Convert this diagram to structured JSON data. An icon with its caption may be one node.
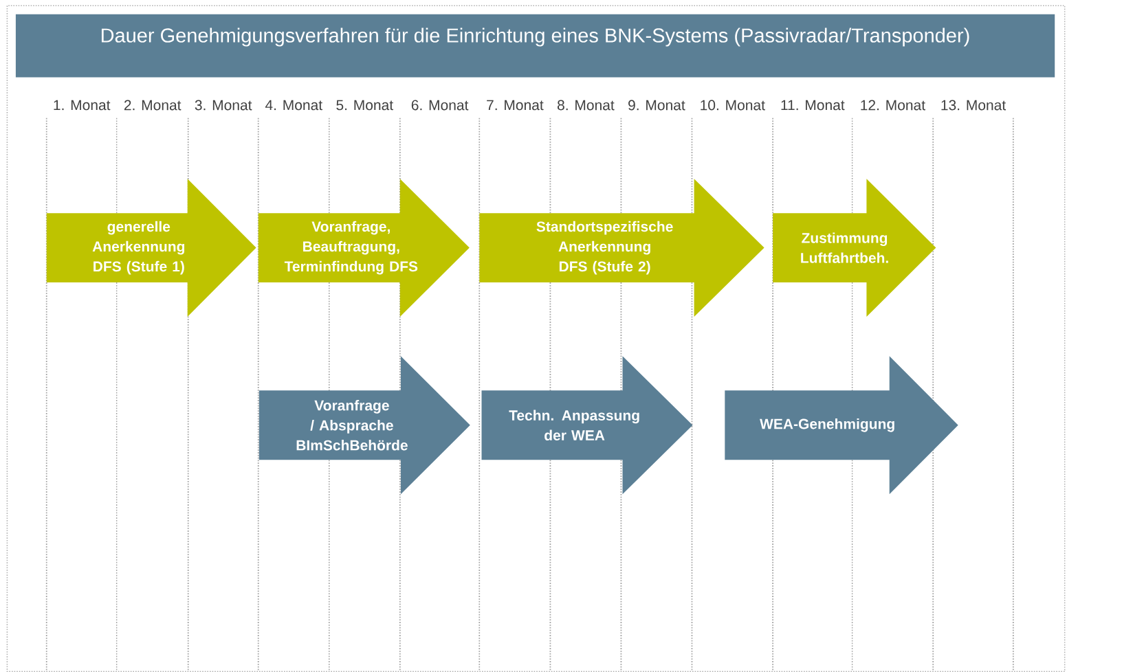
{
  "diagram": {
    "title": "Dauer Genehmigungsverfahren für die Einrichtung eines BNK-Systems (Passivradar/Transponder)",
    "nodes": [
      {
        "text": [
          "generelle Anerkennung DFS (Stufe 1)"
        ]
      },
      {
        "text": [
          "Voranfrage, Beauftragung, Terminfindung DFS"
        ]
      },
      {
        "text": [
          "Standortspezifische Anerkennung DFS (Stufe 2)"
        ]
      },
      {
        "text": [
          "Zustimmung Luftfahrtbeh."
        ]
      },
      {
        "text": [
          "Voranfrage / Absprache BImSchBehörde"
        ]
      },
      {
        "text": [
          "Techn. Anpassung der WEA"
        ]
      },
      {
        "text": [
          "WEA-Genehmigung"
        ]
      }
    ],
    "labels": [
      "1. Monat",
      "2. Monat",
      "3. Monat",
      "4. Monat",
      "5. Monat",
      "6. Monat",
      "7. Monat",
      "8. Monat",
      "9. Monat",
      "10. Monat",
      "11. Monat",
      "12. Monat",
      "13. Monat"
    ]
  }
}
